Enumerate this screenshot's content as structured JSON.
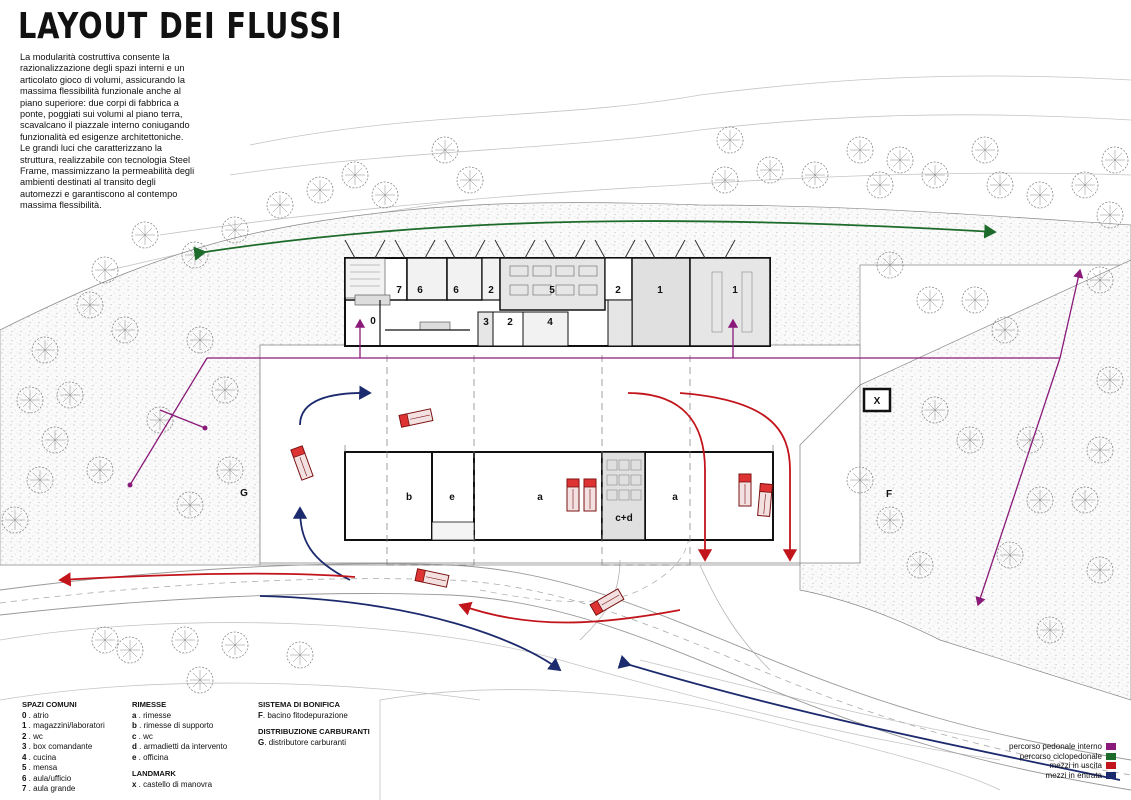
{
  "title": "LAYOUT DEI FLUSSI",
  "intro": {
    "p1": "La modularità costruttiva consente la razionalizzazione degli spazi interni e un articolato gioco di volumi, assicurando la massima flessibilità funzionale anche al piano superiore: due corpi di fabbrica a ponte, poggiati sui volumi al piano terra, scavalcano il piazzale interno coniugando funzionalità ed esigenze architettoniche.",
    "p2": "Le grandi luci che caratterizzano la struttura, realizzabile con tecnologia Steel Frame, massimizzano la permeabilità degli ambienti destinati al transito degli automezzi e garantiscono al contempo massima flessibilità."
  },
  "plan_labels": {
    "r7": "7",
    "r6a": "6",
    "r6b": "6",
    "r2a": "2",
    "r5": "5",
    "r2b": "2",
    "r1a": "1",
    "r1b": "1",
    "r0": "0",
    "r3": "3",
    "r2c": "2",
    "r4": "4",
    "g_b": "b",
    "g_e": "e",
    "g_a1": "a",
    "g_cd": "c+d",
    "g_a2": "a",
    "G": "G",
    "F": "F",
    "X": "X"
  },
  "legend": {
    "spazi_comuni": {
      "heading": "SPAZI COMUNI",
      "items": [
        {
          "code": "0",
          "text": "atrio"
        },
        {
          "code": "1",
          "text": "magazzini/laboratori"
        },
        {
          "code": "2",
          "text": "wc"
        },
        {
          "code": "3",
          "text": "box comandante"
        },
        {
          "code": "4",
          "text": "cucina"
        },
        {
          "code": "5",
          "text": "mensa"
        },
        {
          "code": "6",
          "text": "aula/ufficio"
        },
        {
          "code": "7",
          "text": "aula grande"
        }
      ]
    },
    "rimesse": {
      "heading": "RIMESSE",
      "items": [
        {
          "code": "a",
          "text": "rimesse"
        },
        {
          "code": "b",
          "text": "rimesse di supporto"
        },
        {
          "code": "c",
          "text": "wc"
        },
        {
          "code": "d",
          "text": "armadietti da intervento"
        },
        {
          "code": "e",
          "text": "officina"
        }
      ]
    },
    "landmark": {
      "heading": "LANDMARK",
      "items": [
        {
          "code": "x",
          "text": "castello di manovra"
        }
      ]
    },
    "bonifica": {
      "heading": "SISTEMA DI BONIFICA",
      "items": [
        {
          "code": "F",
          "text": "bacino fitodepurazione"
        }
      ]
    },
    "carburanti": {
      "heading": "DISTRIBUZIONE CARBURANTI",
      "items": [
        {
          "code": "G",
          "text": "distributore carburanti"
        }
      ]
    }
  },
  "flows": [
    {
      "label": "percorso pedonale interno",
      "color": "#8a1a7a"
    },
    {
      "label": "percorso ciclopedonale",
      "color": "#1d6b2a"
    },
    {
      "label": "mezzi in uscita",
      "color": "#c2141b"
    },
    {
      "label": "mezzi in entrata",
      "color": "#1c2a6e"
    }
  ]
}
